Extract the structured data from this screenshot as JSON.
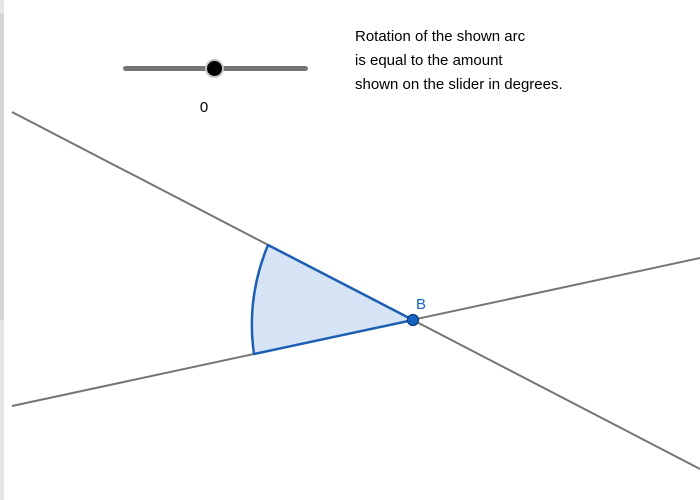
{
  "slider": {
    "value": "0",
    "fraction": 0.5
  },
  "caption": {
    "lines": [
      "Rotation of the shown arc",
      "is equal to the amount",
      "shown on the slider in degrees."
    ]
  },
  "point": {
    "label": "B"
  },
  "colors": {
    "line": "#757575",
    "arc_fill": "#d6e4f5",
    "arc_stroke": "#1e5fb4",
    "point_fill": "#1565c0",
    "label": "#1565c0",
    "slider_track": "#757575",
    "slider_knob": "#000000",
    "text": "#000000",
    "background": "#ffffff"
  }
}
